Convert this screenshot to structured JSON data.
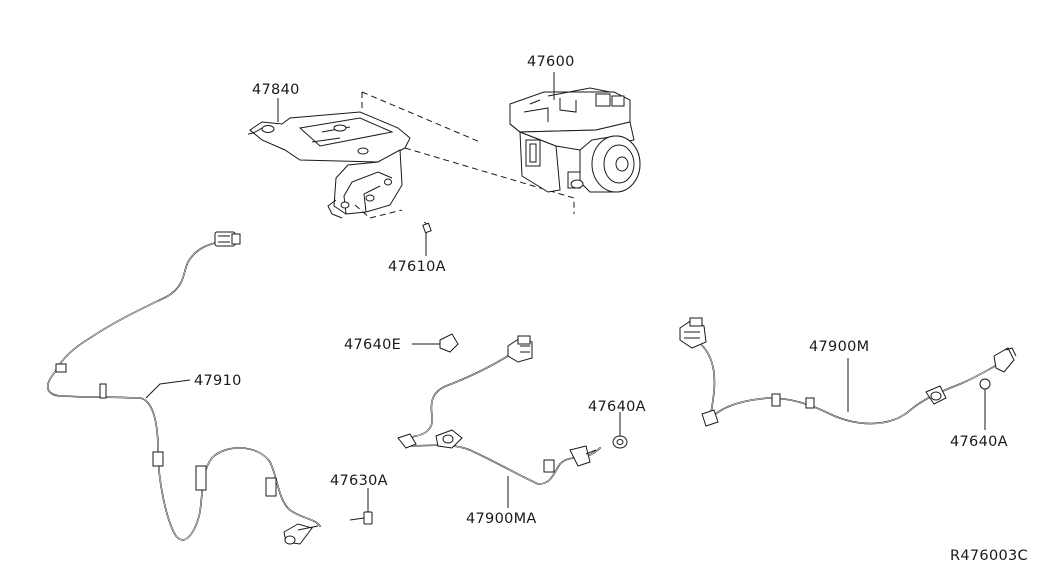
{
  "diagram_code": "R476003C",
  "parts": {
    "bracket": "47840",
    "actuator": "47600",
    "bolt": "47610A",
    "clip_e": "47640E",
    "clip_a_mid": "47640A",
    "clip_a_right": "47640A",
    "sensor_left": "47910",
    "sensor_mid": "47900MA",
    "sensor_right": "47900M",
    "bolt_sensor": "47630A"
  }
}
